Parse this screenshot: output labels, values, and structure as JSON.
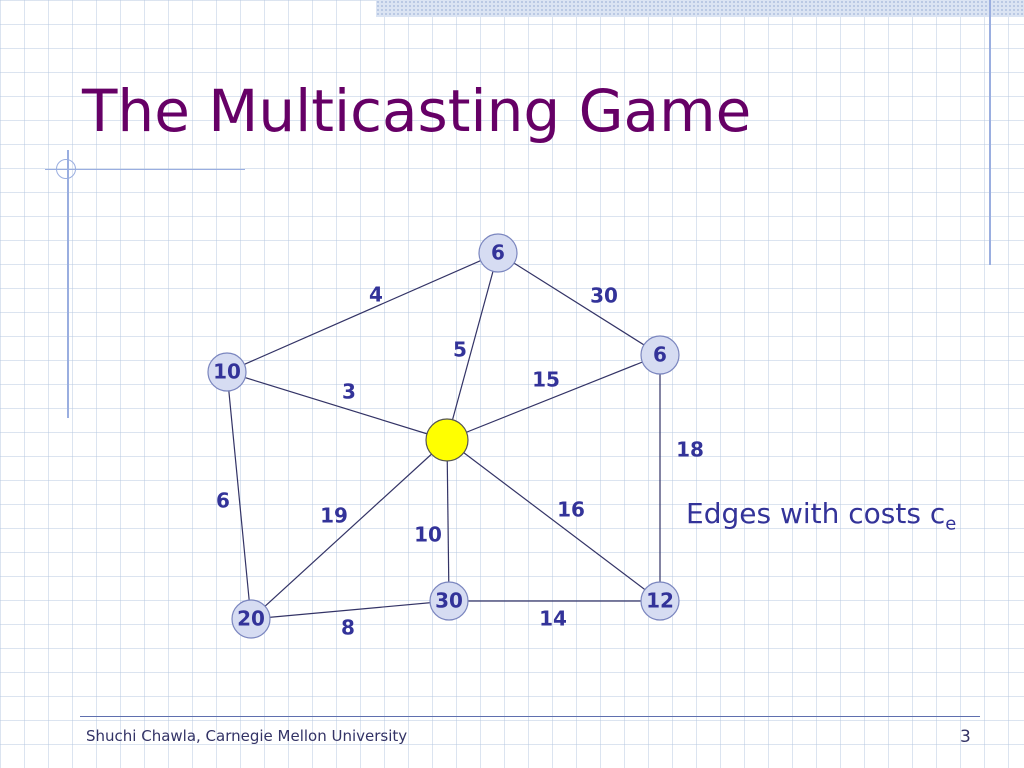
{
  "slide": {
    "title": "The Multicasting Game",
    "caption_main": "Edges with costs c",
    "caption_sub": "e",
    "footer": "Shuchi Chawla, Carnegie Mellon University",
    "page_number": "3"
  },
  "colors": {
    "title": "#660066",
    "text": "#333399",
    "node_fill": "#d6dcf2",
    "node_stroke": "#7b86bf",
    "root_fill": "#ffff00",
    "edge": "#333366"
  },
  "graph": {
    "nodes": [
      {
        "id": "top",
        "label": "6"
      },
      {
        "id": "right",
        "label": "6"
      },
      {
        "id": "left",
        "label": "10"
      },
      {
        "id": "root",
        "label": ""
      },
      {
        "id": "bottom-left",
        "label": "20"
      },
      {
        "id": "bottom-mid",
        "label": "30"
      },
      {
        "id": "bottom-right",
        "label": "12"
      }
    ],
    "edges": [
      {
        "from": "left",
        "to": "top",
        "cost": "4"
      },
      {
        "from": "top",
        "to": "right",
        "cost": "30"
      },
      {
        "from": "top",
        "to": "root",
        "cost": "5"
      },
      {
        "from": "left",
        "to": "root",
        "cost": "3"
      },
      {
        "from": "right",
        "to": "root",
        "cost": "15"
      },
      {
        "from": "right",
        "to": "bottom-right",
        "cost": "18"
      },
      {
        "from": "left",
        "to": "bottom-left",
        "cost": "6"
      },
      {
        "from": "root",
        "to": "bottom-left",
        "cost": "19"
      },
      {
        "from": "root",
        "to": "bottom-mid",
        "cost": "10"
      },
      {
        "from": "root",
        "to": "bottom-right",
        "cost": "16"
      },
      {
        "from": "bottom-left",
        "to": "bottom-mid",
        "cost": "8"
      },
      {
        "from": "bottom-mid",
        "to": "bottom-right",
        "cost": "14"
      }
    ]
  }
}
